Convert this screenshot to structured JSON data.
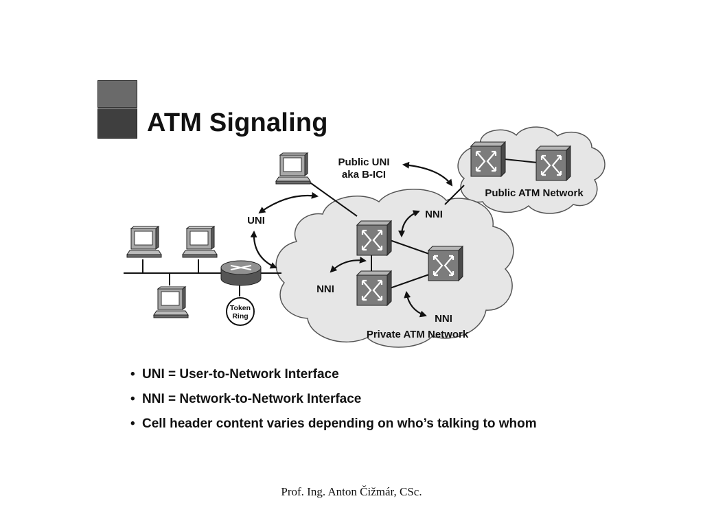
{
  "slide": {
    "title": "ATM Signaling",
    "footer": "Prof. Ing. Anton Čižmár, CSc."
  },
  "diagram": {
    "labels": {
      "public_uni_line1": "Public UNI",
      "public_uni_line2": "aka B-ICI",
      "public_atm_network": "Public ATM Network",
      "uni": "UNI",
      "nni_top": "NNI",
      "nni_left": "NNI",
      "nni_bottom": "NNI",
      "private_atm_network": "Private ATM Network",
      "token_ring_line1": "Token",
      "token_ring_line2": "Ring"
    }
  },
  "bullets": [
    "UNI = User-to-Network Interface",
    "NNI = Network-to-Network Interface",
    "Cell header content varies depending on who’s talking to whom"
  ],
  "colors": {
    "cloud_fill": "#e6e6e6",
    "switch_face": "#7c7c7c",
    "switch_side": "#4a4a4a",
    "title_square_light": "#6a6a6a",
    "title_square_dark": "#3f3f3f"
  }
}
